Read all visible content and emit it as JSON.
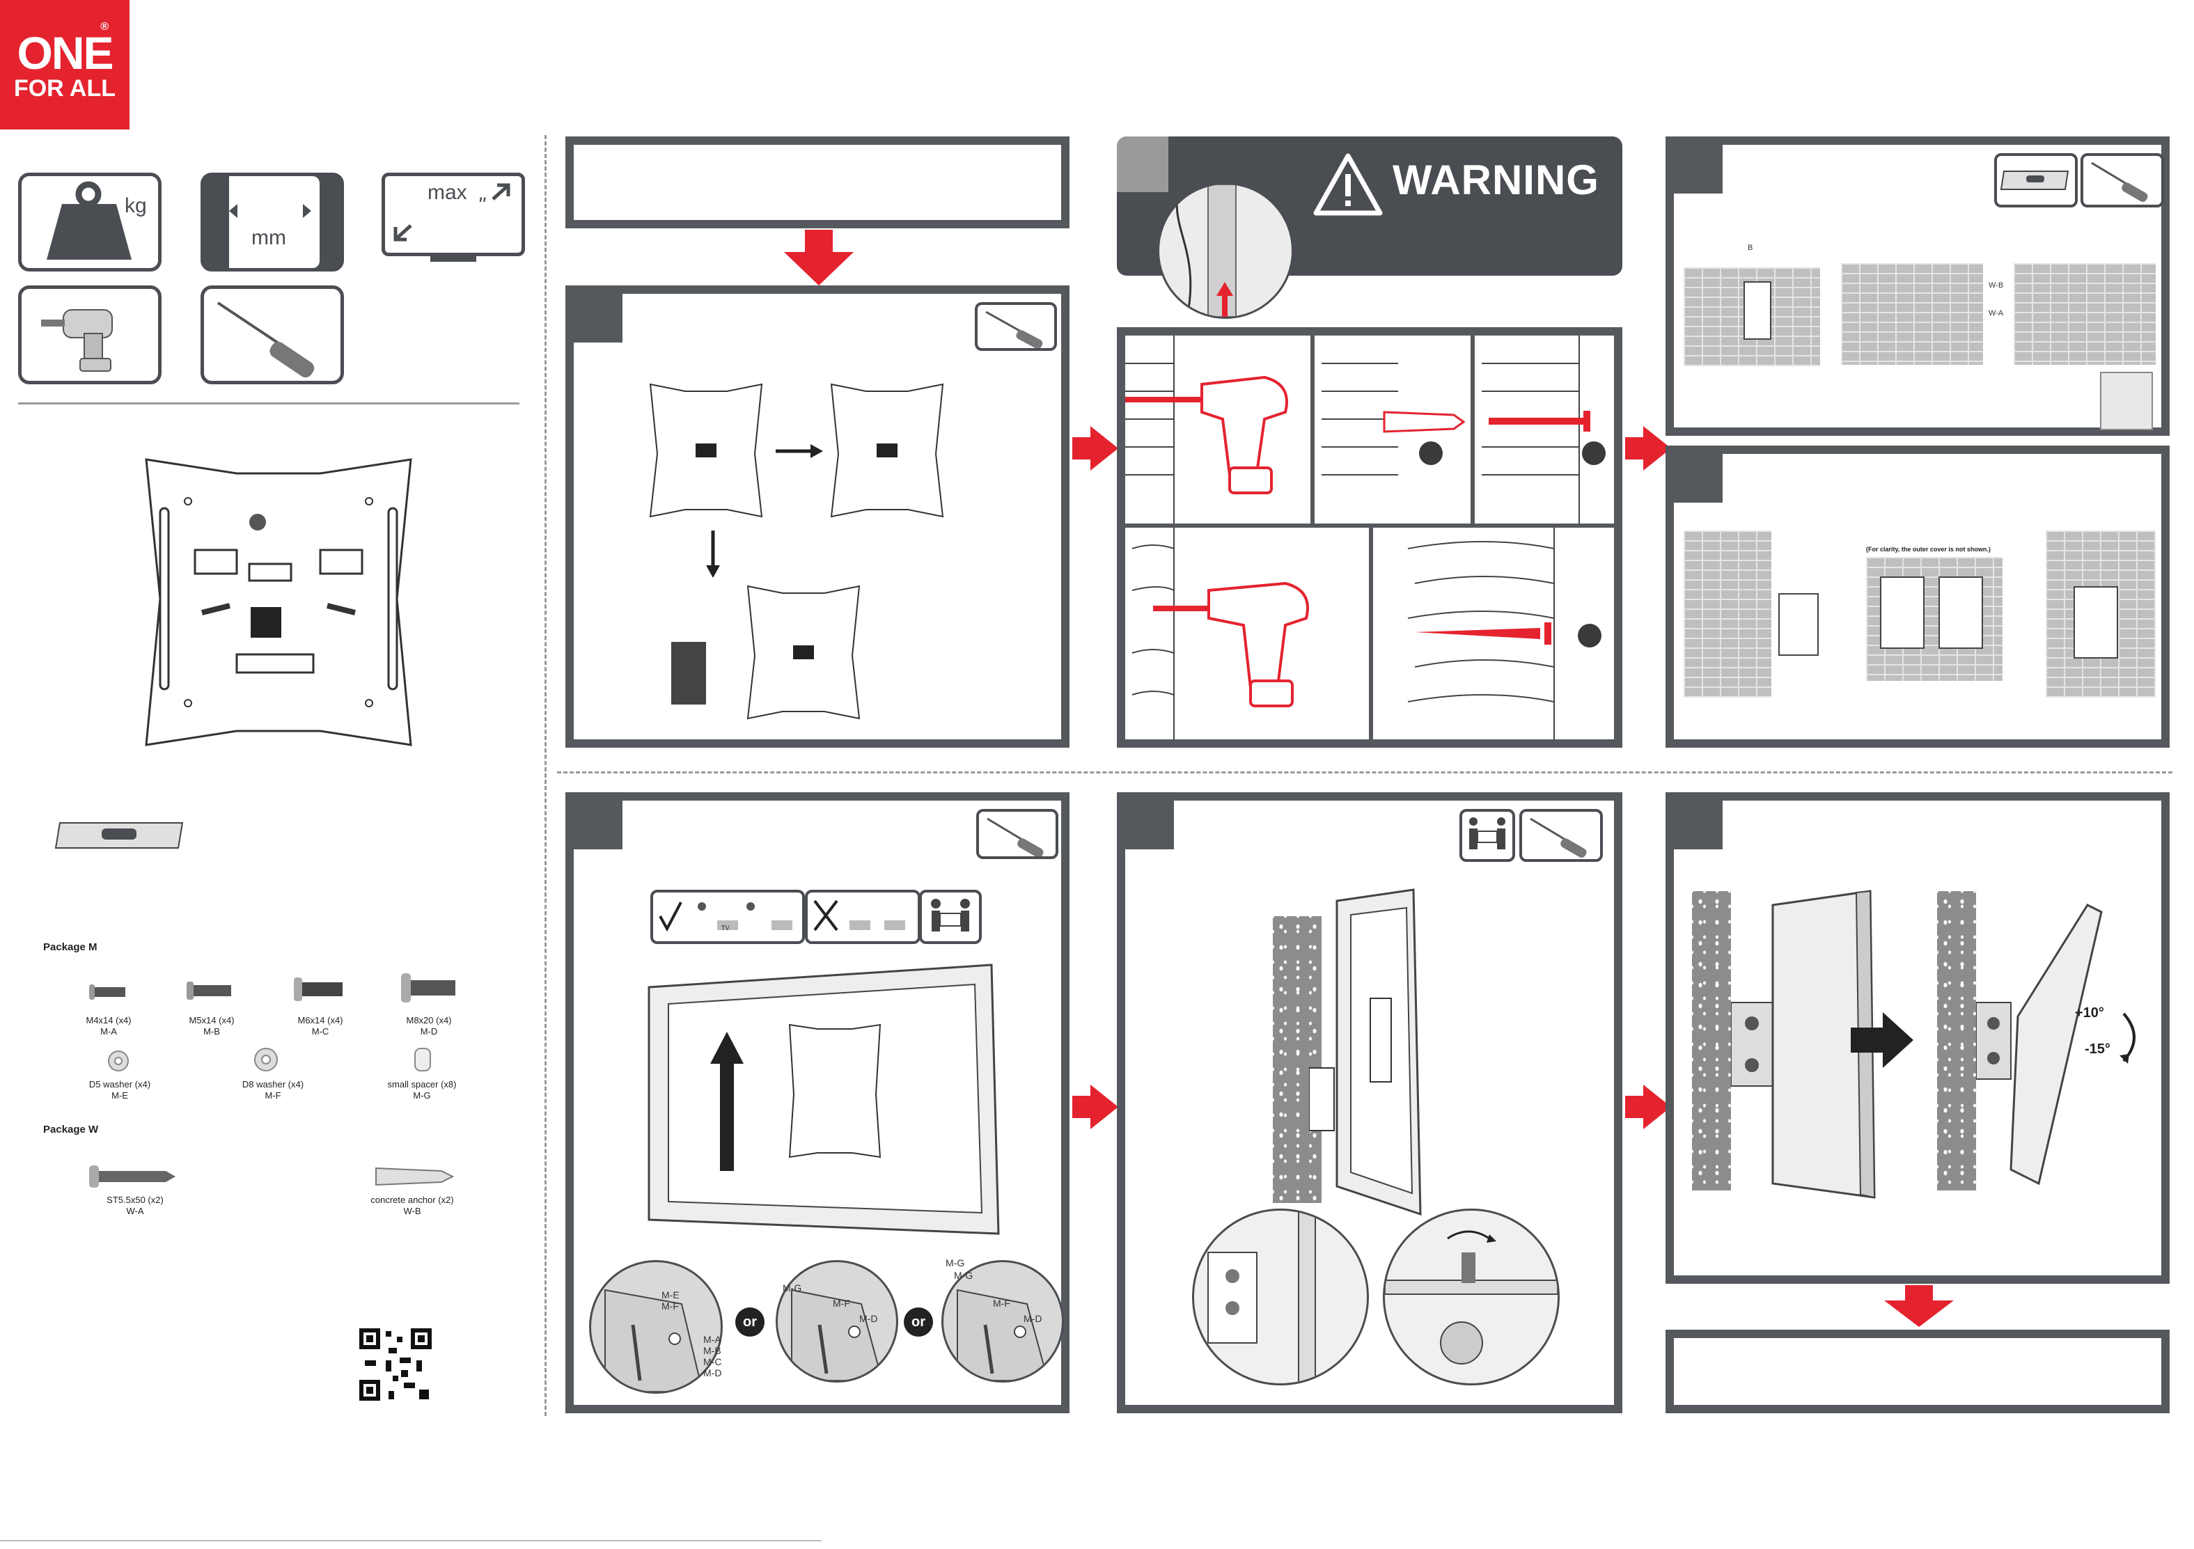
{
  "brand": {
    "line1": "ONE",
    "line2": "FOR ALL",
    "registered": "®"
  },
  "specs": {
    "weight_unit": "kg",
    "size_unit": "mm",
    "max_label": "max",
    "inch_mark": "\""
  },
  "warning": {
    "title": "WARNING"
  },
  "packages": {
    "m": {
      "title": "Package M",
      "parts": [
        {
          "spec": "M4x14 (x4)",
          "code": "M-A"
        },
        {
          "spec": "M5x14 (x4)",
          "code": "M-B"
        },
        {
          "spec": "M6x14 (x4)",
          "code": "M-C"
        },
        {
          "spec": "M8x20 (x4)",
          "code": "M-D"
        },
        {
          "spec": "D5 washer (x4)",
          "code": "M-E"
        },
        {
          "spec": "D8 washer (x4)",
          "code": "M-F"
        },
        {
          "spec": "small spacer (x8)",
          "code": "M-G"
        }
      ]
    },
    "w": {
      "title": "Package W",
      "parts": [
        {
          "spec": "ST5.5x50 (x2)",
          "code": "W-A"
        },
        {
          "spec": "concrete anchor (x2)",
          "code": "W-B"
        }
      ]
    }
  },
  "step3": {
    "label_b": "B",
    "label_wb": "W-B",
    "label_wa": "W-A"
  },
  "step4": {
    "note": "(For clarity, the outer cover is not shown.)"
  },
  "step5": {
    "or_label": "or",
    "callout_a": [
      "M-E",
      "M-F"
    ],
    "callout_a_screws": [
      "M-A",
      "M-B",
      "M-C",
      "M-D"
    ],
    "callout_b": [
      "M-G",
      "M-F",
      "M-D"
    ],
    "callout_c": [
      "M-G",
      "M-G",
      "M-F",
      "M-D"
    ],
    "tv_tag": "TV"
  },
  "step7": {
    "tilt_up": "+10°",
    "tilt_down": "-15°"
  }
}
